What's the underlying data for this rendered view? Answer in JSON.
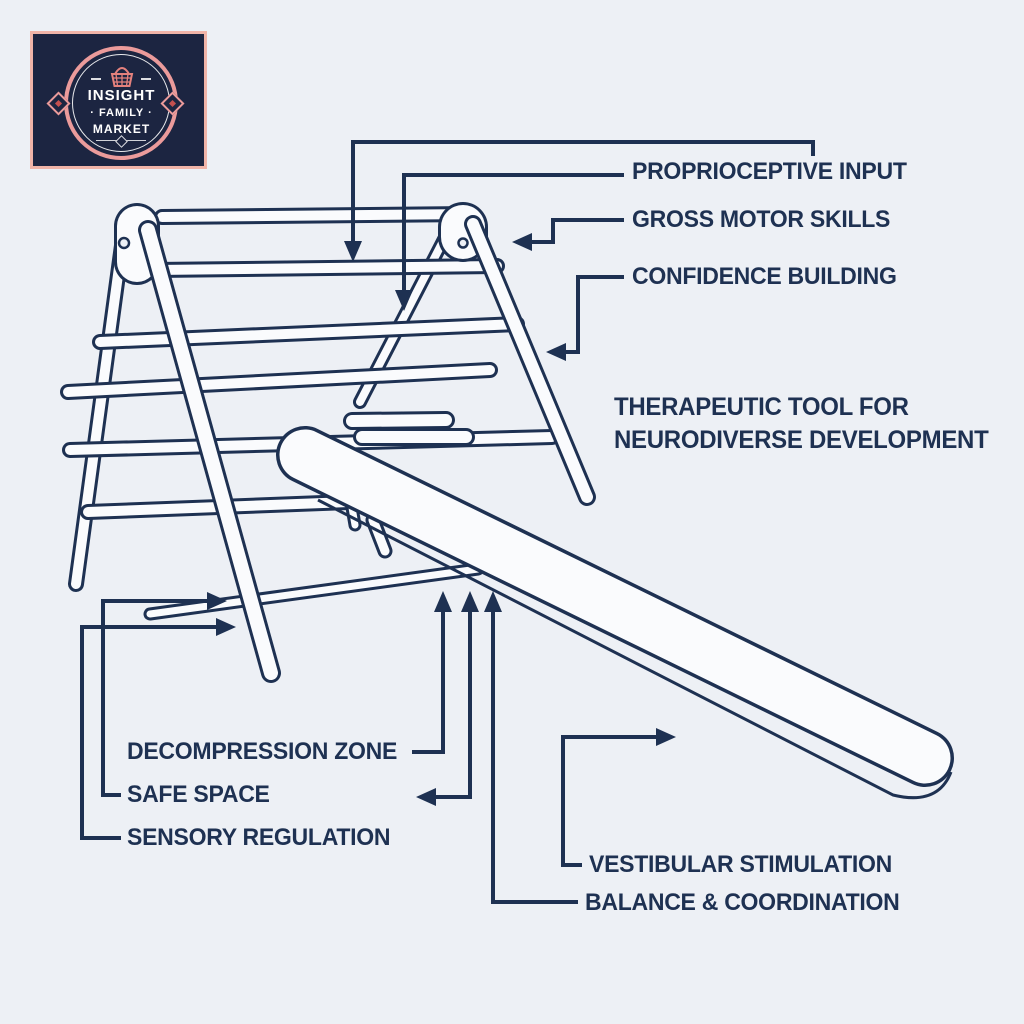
{
  "colors": {
    "background": "#edf0f5",
    "ink": "#1e3152",
    "structure_fill": "#fafbfd",
    "logo_bg": "#1c2541",
    "logo_ring": "#eb9b9b",
    "logo_accent": "#e4817d",
    "logo_text": "#ffffff",
    "logo_border": "#f0b4a8"
  },
  "logo": {
    "line1": "INSIGHT",
    "line2": "· FAMILY ·",
    "line3": "MARKET"
  },
  "diagram": {
    "subject": "climbing-triangle-with-slide",
    "title_line1": "THERAPEUTIC TOOL FOR",
    "title_line2": "NEURODIVERSE DEVELOPMENT",
    "labels": {
      "proprioceptive": "PROPRIOCEPTIVE INPUT",
      "gross_motor": "GROSS MOTOR SKILLS",
      "confidence": "CONFIDENCE BUILDING",
      "decompression": "DECOMPRESSION ZONE",
      "safe_space": "SAFE SPACE",
      "sensory": "SENSORY REGULATION",
      "vestibular": "VESTIBULAR STIMULATION",
      "balance": "BALANCE & COORDINATION"
    }
  }
}
